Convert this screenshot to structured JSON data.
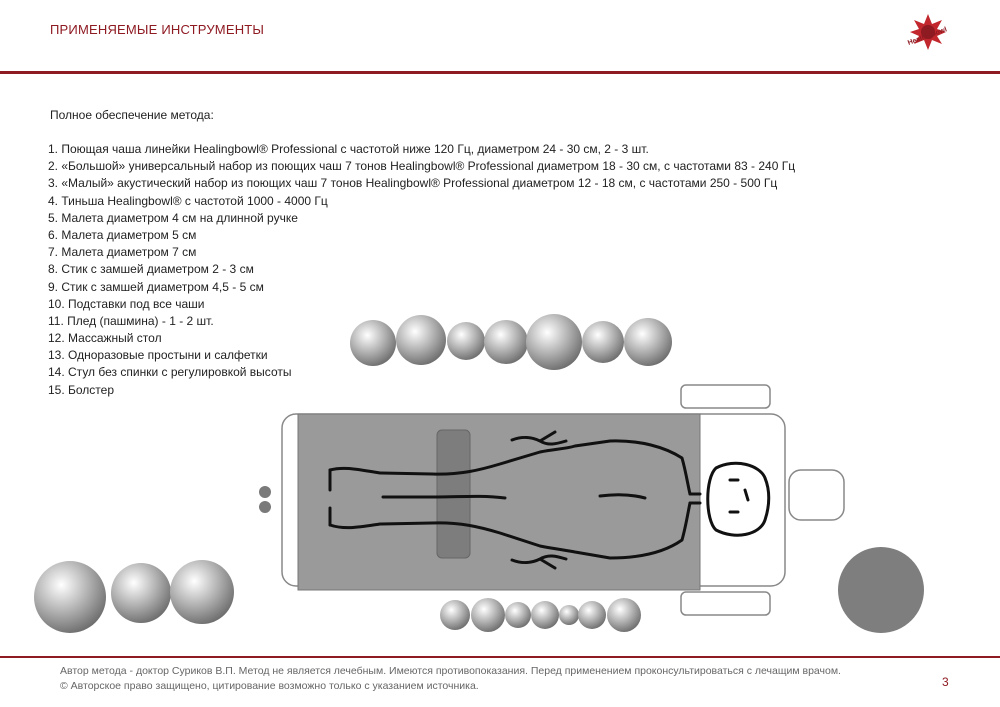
{
  "header": {
    "title": "ПРИМЕНЯЕМЫЕ ИНСТРУМЕНТЫ",
    "logo_text": "Healingbowl"
  },
  "intro": "Полное обеспечение метода:",
  "items": [
    "1.  Поющая чаша линейки Healingbowl® Professional с частотой ниже 120 Гц, диаметром 24 - 30 см, 2 - 3 шт.",
    "2.  «Большой» универсальный набор из поющих чаш 7 тонов Healingbowl®  Professional  диаметром 18 - 30 см, с частотами 83 - 240  Гц",
    "3.  «Малый» акустический набор из поющих чаш 7 тонов Healingbowl® Professional диаметром 12 - 18 см, с частотами 250 - 500 Гц",
    "4.  Тиньша Healingbowl® с частотой 1000 - 4000 Гц",
    "5. Малета диаметром 4 см на длинной ручке",
    "6. Малета диаметром 5 см",
    "7. Малета диаметром 7 см",
    "8. Стик с замшей диаметром 2 - 3 см",
    "9. Стик с замшей диаметром 4,5 - 5 см",
    "10. Подставки под все чаши",
    "11. Плед (пашмина) - 1 - 2 шт.",
    "12. Массажный стол",
    "13. Одноразовые простыни и салфетки",
    "14. Стул без спинки с регулировкой высоты",
    "15. Болстер"
  ],
  "footer": {
    "line1": "Автор метода - доктор Суриков В.П. Метод не является лечебным. Имеются противопоказания. Перед применением проконсультироваться с лечащим врачом.",
    "line2": "© Авторское право защищено, цитирование возможно только с указанием источника.",
    "page": "3"
  },
  "colors": {
    "accent": "#8e1a22",
    "table_outline": "#8a8a8a",
    "sheet": "#9a9a9a"
  }
}
